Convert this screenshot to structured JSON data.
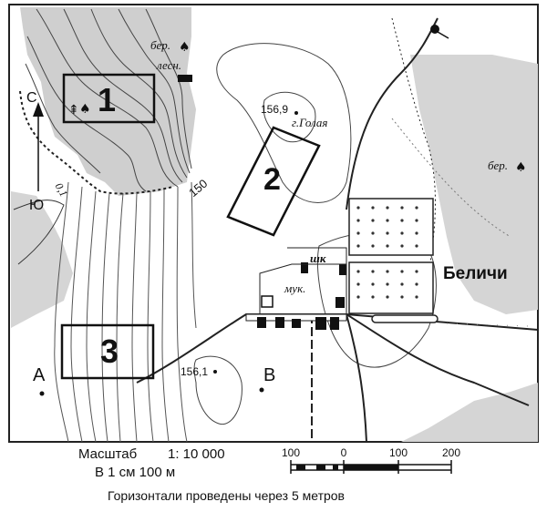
{
  "map": {
    "region_labels": [
      "1",
      "2",
      "3"
    ],
    "points": {
      "a": "А",
      "b": "В"
    },
    "spot_heights": {
      "hill_top": "156,9",
      "low_point": "156,1"
    },
    "hill_name": "г.Голая",
    "village_name": "Беличи",
    "labels": {
      "bereza_top": "бер.",
      "lesn": "лесн.",
      "bereza_right": "бер.",
      "shk": "шк",
      "muk": "мук.",
      "contour_150": "150",
      "river_width": "0,1",
      "north": "С",
      "south": "Ю"
    }
  },
  "legend": {
    "scale_title": "Масштаб",
    "scale_ratio": "1: 10 000",
    "scale_cm": "В 1 см 100 м",
    "contour_note": "Горизонтали проведены через 5 метров",
    "scale_ticks": [
      "100",
      "0",
      "100",
      "200"
    ]
  }
}
